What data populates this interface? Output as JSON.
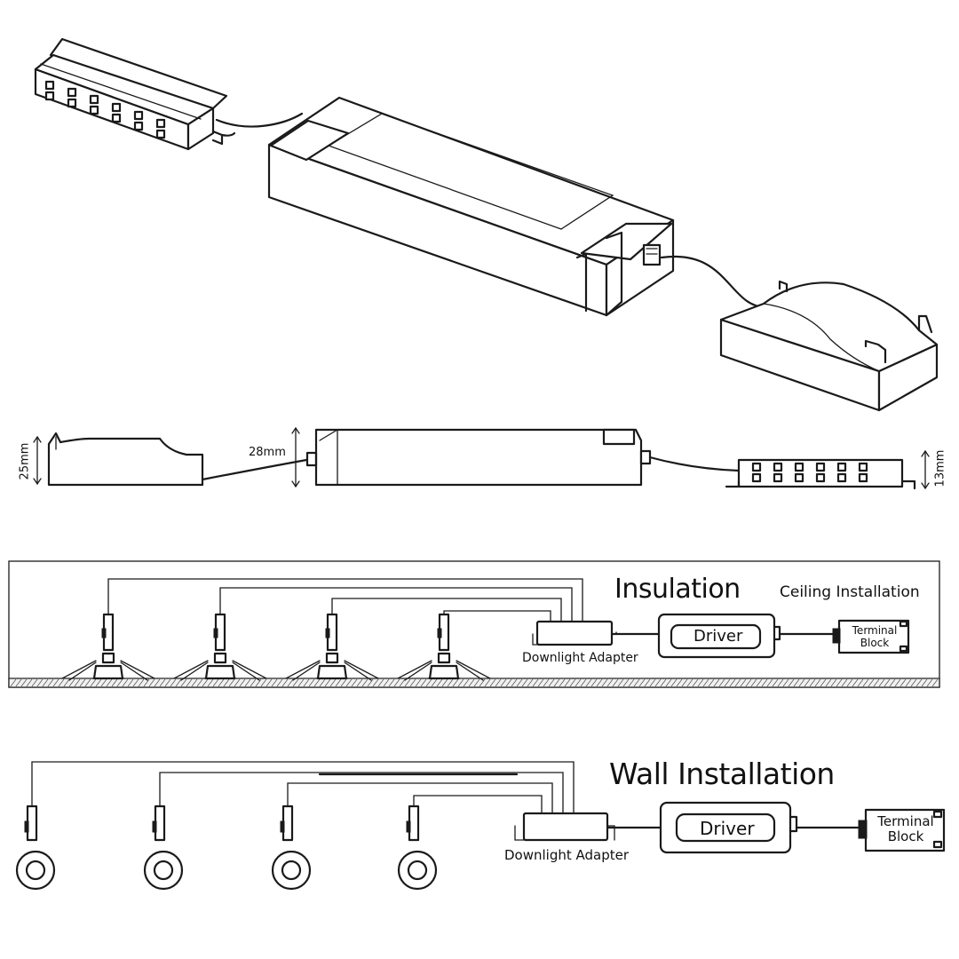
{
  "dimensions": {
    "adapter_height": "25mm",
    "driver_height": "28mm",
    "terminal_height": "13mm"
  },
  "ceiling_section": {
    "insulation_label": "Insulation",
    "title": "Ceiling Installation",
    "adapter_label": "Downlight Adapter",
    "driver_label": "Driver",
    "terminal_label_line1": "Terminal",
    "terminal_label_line2": "Block"
  },
  "wall_section": {
    "title": "Wall Installation",
    "adapter_label": "Downlight Adapter",
    "driver_label": "Driver",
    "terminal_label_line1": "Terminal",
    "terminal_label_line2": "Block"
  },
  "colors": {
    "line": "#1a1a1a",
    "background": "#ffffff"
  },
  "icons": [
    "terminal-block-icon",
    "led-driver-icon",
    "downlight-adapter-icon",
    "downlight-fixture-icon"
  ]
}
